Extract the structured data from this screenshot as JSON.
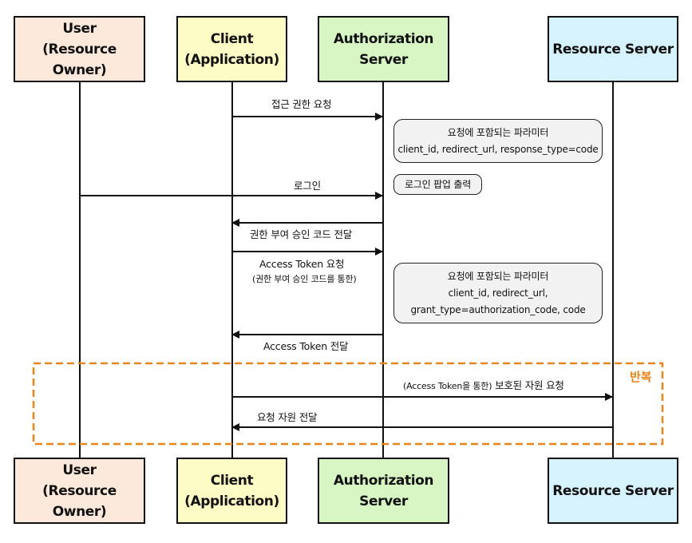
{
  "actors": {
    "user": {
      "line1": "User",
      "line2": "(Resource Owner)",
      "color": "#fde8dc"
    },
    "client": {
      "line1": "Client",
      "line2": "(Application)",
      "color": "#fdfcc4"
    },
    "auth": {
      "name": "Authorization Server",
      "color": "#d8f5c4"
    },
    "resource": {
      "name": "Resource Server",
      "color": "#d6f2fc"
    }
  },
  "messages": {
    "m1": "접근 권한 요청",
    "m2": "로그인",
    "m3": "권한 부여 승인 코드 전달",
    "m4": "Access Token 요청",
    "m4_sub": "(권한 부여 승인 코드를 통한)",
    "m5": "Access Token 전달",
    "m6_prefix": "(Access Token을 통한)",
    "m6": "보호된 자원 요청",
    "m7": "요청 자원 전달"
  },
  "notes": {
    "n1_title": "요청에 포함되는 파라미터",
    "n1_body": "client_id, redirect_url, response_type=code",
    "n2": "로그인 팝업 출력",
    "n3_title": "요청에 포함되는 파라미터",
    "n3_line2": "client_id, redirect_url,",
    "n3_line3": "grant_type=authorization_code, code"
  },
  "loop": {
    "label": "반복",
    "color": "#e8841a"
  }
}
